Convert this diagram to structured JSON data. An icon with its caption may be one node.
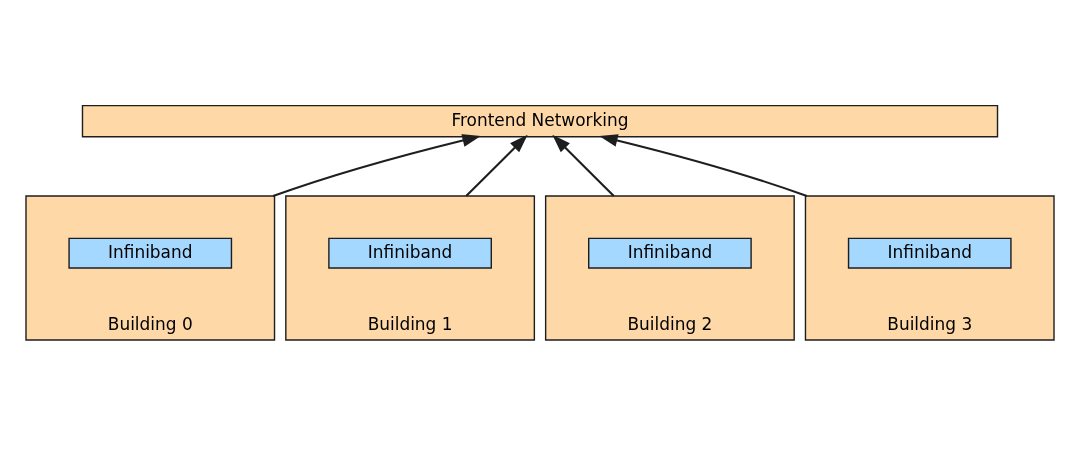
{
  "diagram": {
    "nodes": [
      {
        "text": [
          "Frontend Networking"
        ]
      },
      {
        "text": [
          "Building 0"
        ]
      },
      {
        "text": [
          "Infiniband"
        ],
        "in": 1
      },
      {
        "text": [
          "Building 1"
        ]
      },
      {
        "text": [
          "Infiniband"
        ],
        "in": 3
      },
      {
        "text": [
          "Building 2"
        ]
      },
      {
        "text": [
          "Infiniband"
        ],
        "in": 5
      },
      {
        "text": [
          "Building 3"
        ]
      },
      {
        "text": [
          "Infiniband"
        ],
        "in": 7
      }
    ],
    "edges": [
      {
        "from": 1,
        "to": 0,
        "arrow": "to"
      },
      {
        "from": 3,
        "to": 0,
        "arrow": "to"
      },
      {
        "from": 5,
        "to": 0,
        "arrow": "to"
      },
      {
        "from": 7,
        "to": 0,
        "arrow": "to"
      }
    ]
  }
}
